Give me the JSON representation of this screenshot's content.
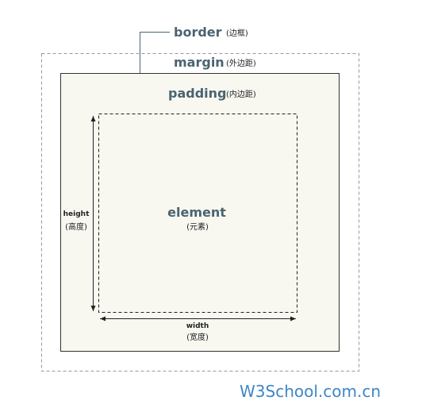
{
  "labels": {
    "border": "border",
    "border_cn": "(边框)",
    "margin": "margin",
    "margin_cn": "(外边距)",
    "padding": "padding",
    "padding_cn": "(内边距)",
    "element": "element",
    "element_cn": "(元素)",
    "height": "height",
    "height_cn": "(高度)",
    "width": "width",
    "width_cn": "(宽度)"
  },
  "watermark": "W3School.com.cn",
  "colors": {
    "heading_text": "#4a6470",
    "border_line": "#333333",
    "padding_fill": "#f8f8f1",
    "margin_dash": "#999999",
    "watermark": "#3d87c7"
  }
}
